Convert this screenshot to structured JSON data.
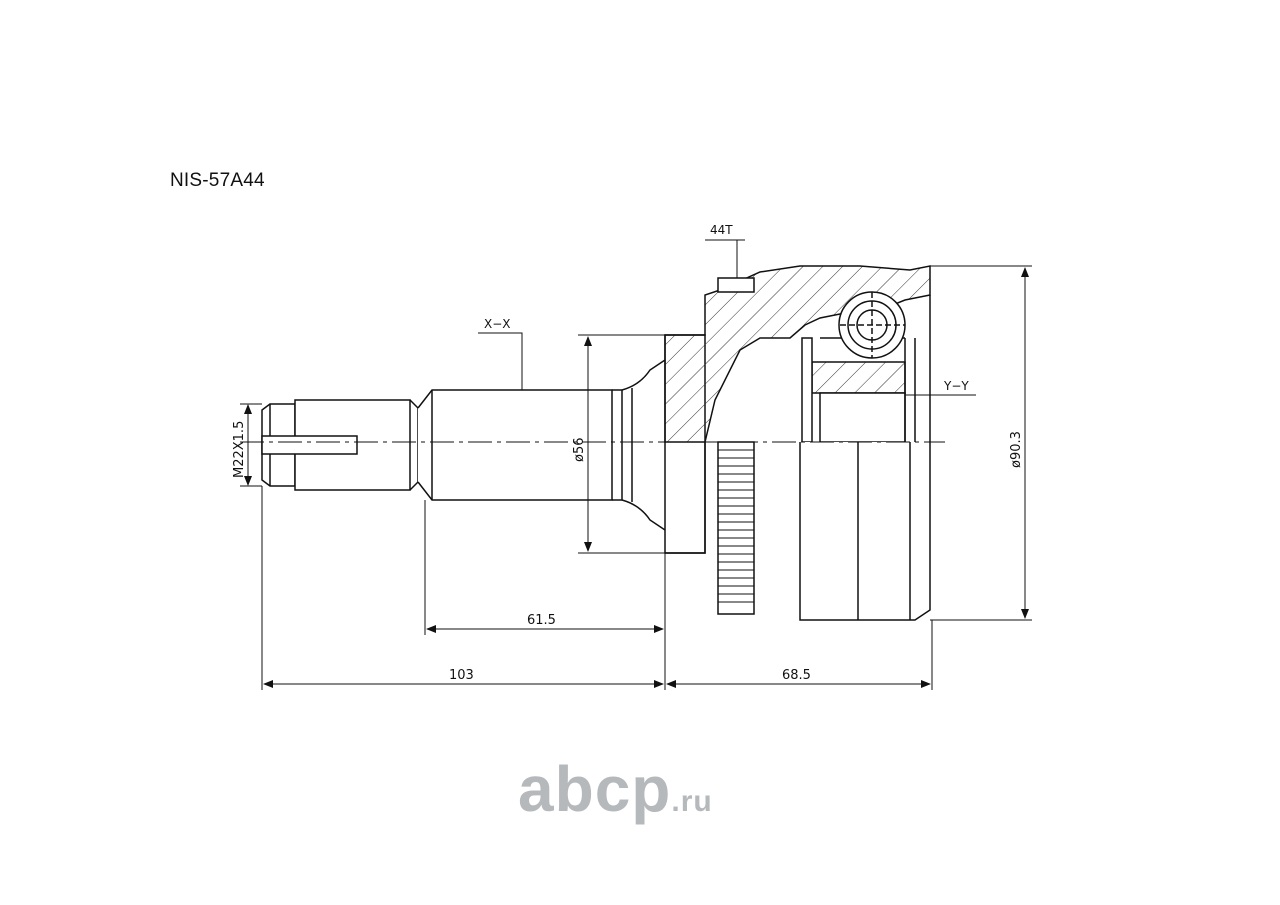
{
  "part_number": "NIS-57A44",
  "labels": {
    "teeth": "44T",
    "section_xx": "X−X",
    "section_yy": "Y−Y",
    "thread": "M22X1.5",
    "shaft_diameter": "ø56",
    "outer_diameter": "ø90.3"
  },
  "dimensions": {
    "d1": "61.5",
    "d2": "103",
    "d3": "68.5"
  },
  "watermark": {
    "brand": "abcp",
    "tld": ".ru"
  },
  "colors": {
    "line": "#111111",
    "watermark": "#b6b9bc"
  }
}
